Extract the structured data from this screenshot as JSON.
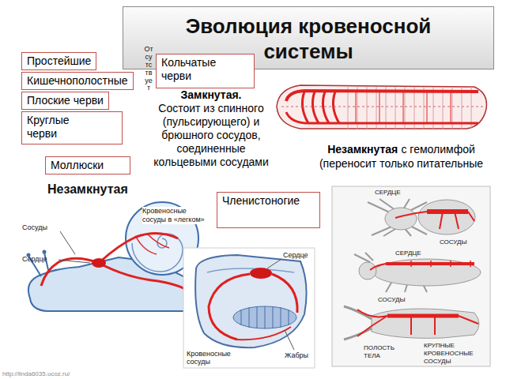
{
  "diagram": {
    "title": "Эволюция кровеносной системы",
    "nodes": [
      {
        "text": [
          "Простейшие"
        ]
      },
      {
        "text": [
          "Кишечнополостные"
        ]
      },
      {
        "text": [
          "Плоские черви"
        ]
      },
      {
        "text": [
          "Круглые черви"
        ]
      },
      {
        "text": [
          "Моллюски"
        ]
      },
      {
        "text": [
          "Кольчатые черви"
        ]
      },
      {
        "text": [
          "Членистоногие"
        ]
      }
    ],
    "labels": [
      "Отсутствует",
      "Замкнутая.",
      "Состоит из спинного (пульсирующего) и брюшного сосудов, соединенные кольцевыми сосудами",
      "Незамкнутая",
      "с гемолимфой (переносит только питательные",
      "Незамкнутая",
      "Кровеносные сосуды в «легком»",
      "Сосуды",
      "Сердце",
      "Сердце",
      "Кровеносные сосуды",
      "Жабры",
      "СЕРДЦЕ",
      "СОСУДЫ",
      "СЕРДЦЕ",
      "СОСУДЫ",
      "ПОЛОСТЬ ТЕЛА",
      "КРУПНЫЕ КРОВЕНОСНЫЕ СОСУДЫ",
      "http://linda6035.ucoz.ru/"
    ]
  }
}
